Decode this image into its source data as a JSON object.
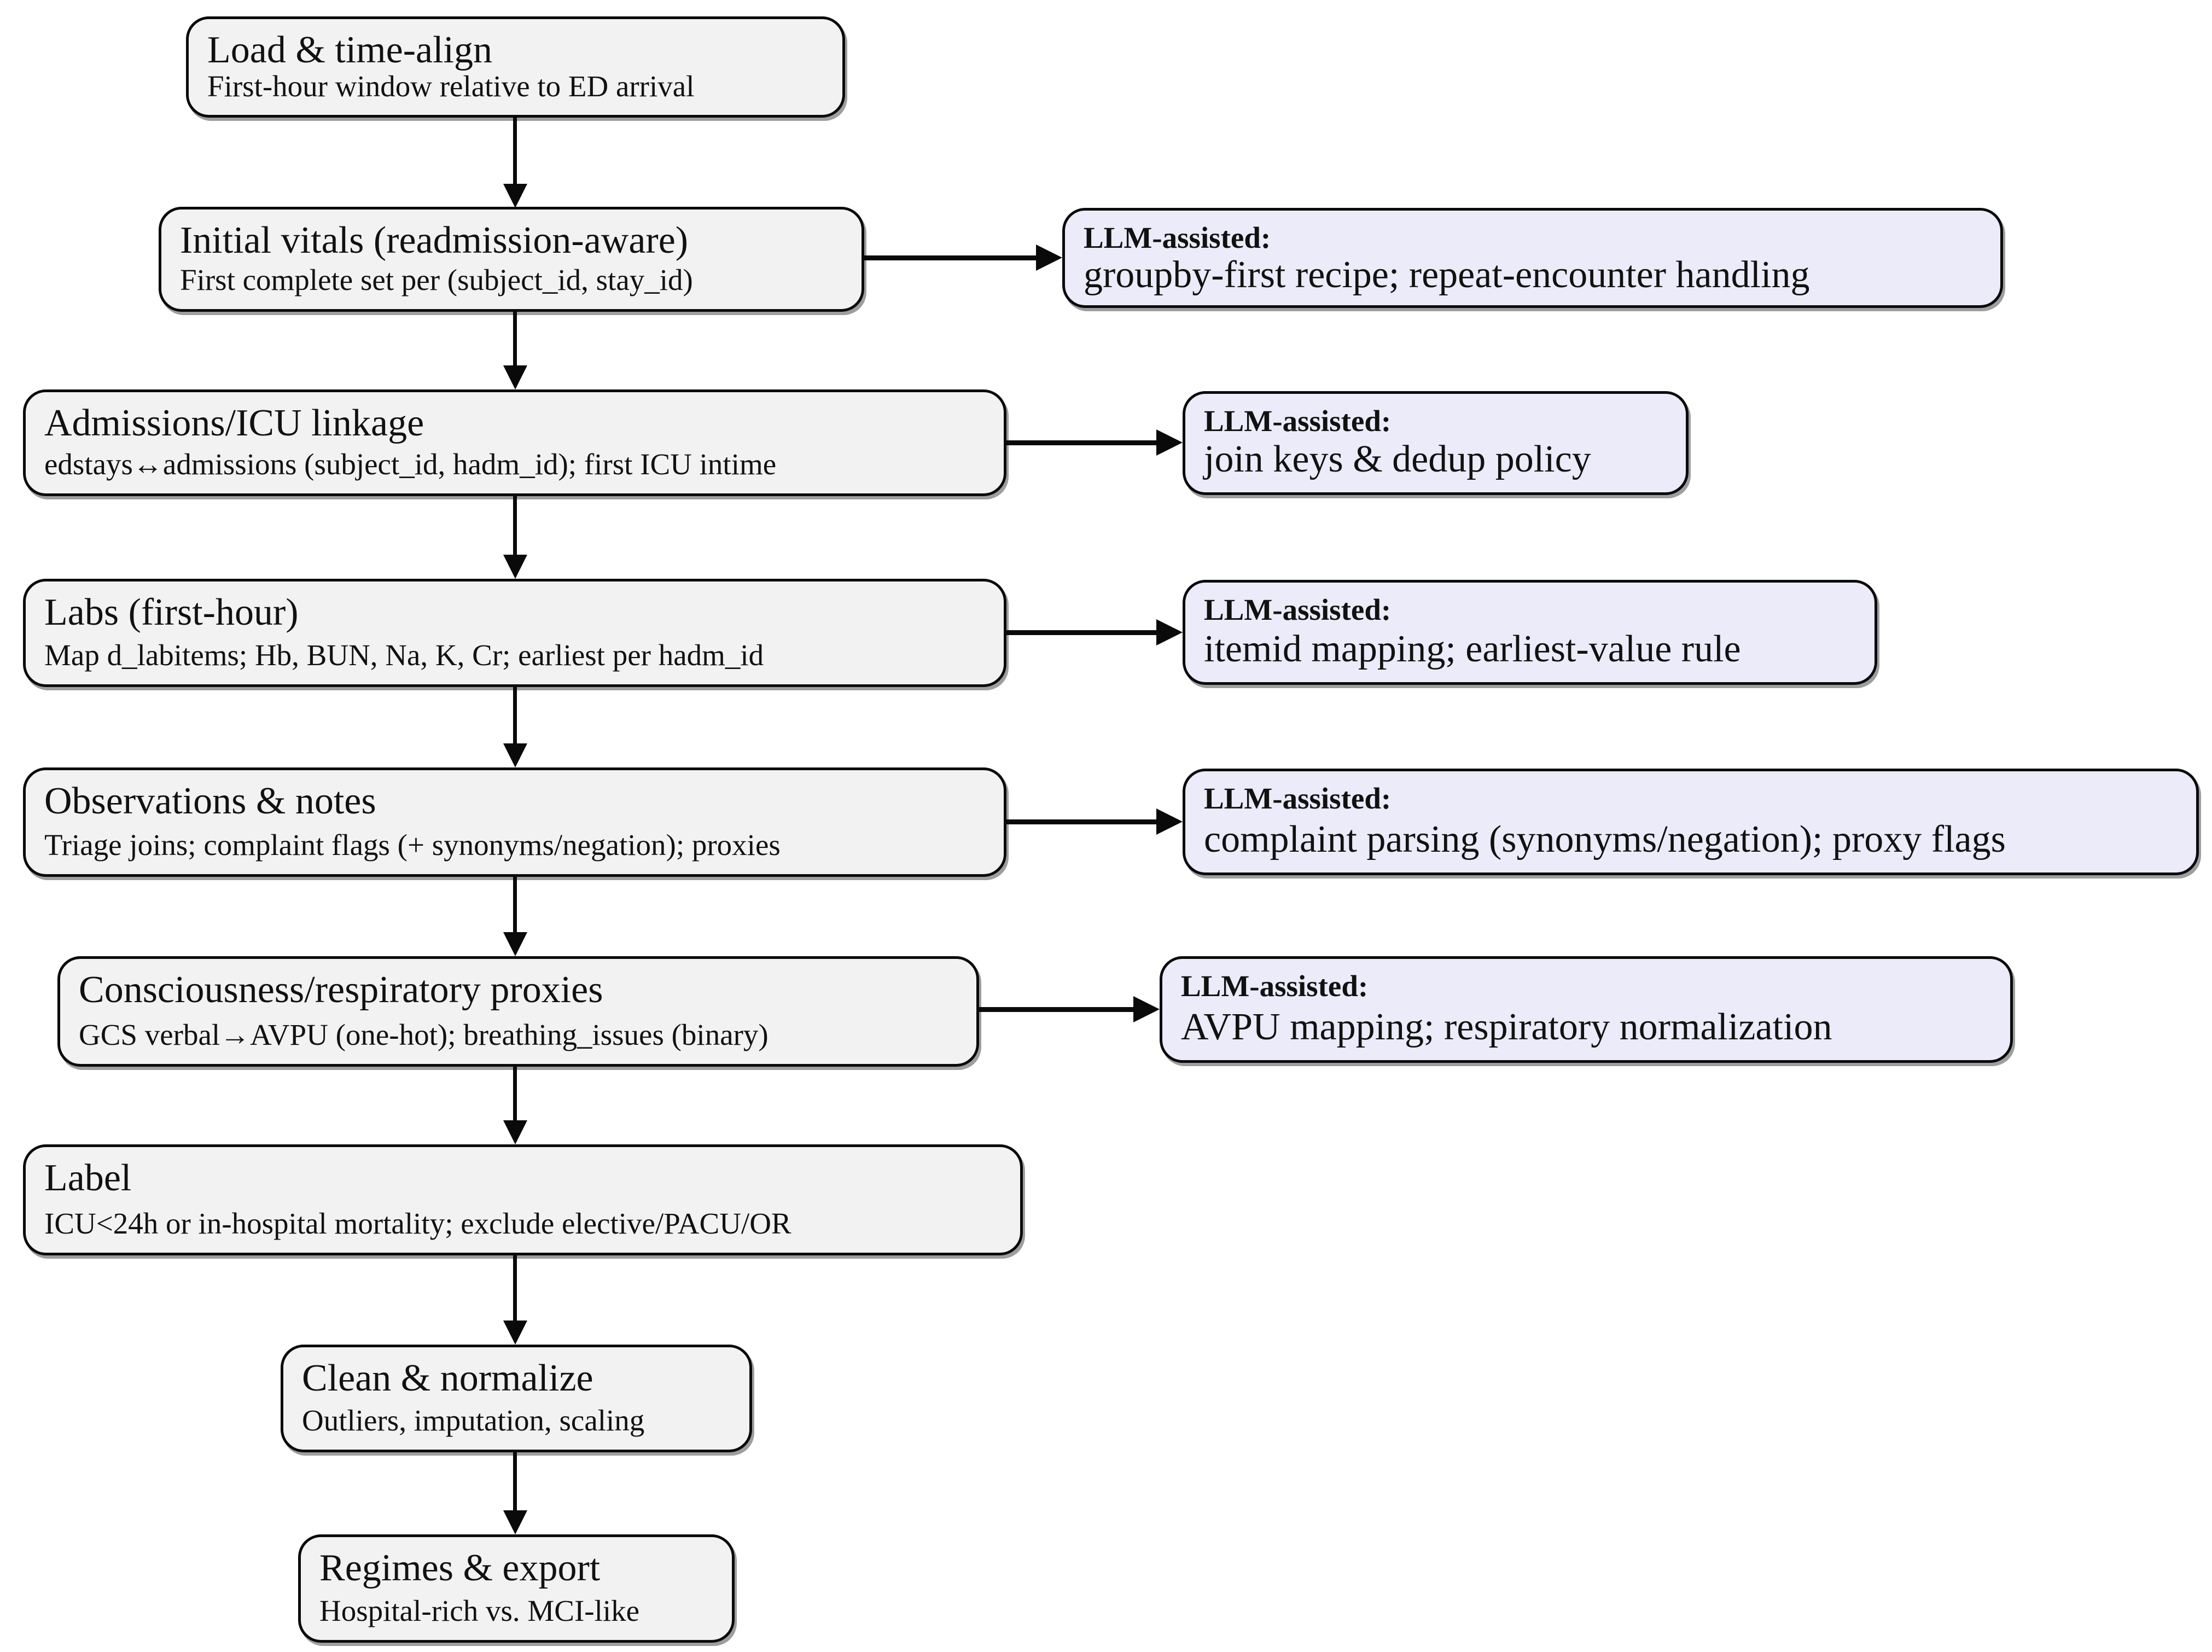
{
  "diagram": {
    "title_semantic": "ED first-hour data pipeline flowchart",
    "colors": {
      "process_fill": "#f2f2f3",
      "llm_fill": "#ebebf9",
      "border": "#0a0a0a",
      "background": "#ffffff"
    },
    "nodes": [
      {
        "title": "Load & time-align",
        "subtitle": "First-hour window relative to ED arrival"
      },
      {
        "title": "Initial vitals (readmission-aware)",
        "subtitle": "First complete set per (subject_id, stay_id)"
      },
      {
        "title": "Admissions/ICU linkage",
        "subtitle": "edstays↔admissions (subject_id, hadm_id); first ICU intime"
      },
      {
        "title": "Labs (first-hour)",
        "subtitle": "Map d_labitems; Hb, BUN, Na, K, Cr; earliest per hadm_id"
      },
      {
        "title": "Observations & notes",
        "subtitle": "Triage joins; complaint flags (+ synonyms/negation); proxies"
      },
      {
        "title": "Consciousness/respiratory proxies",
        "subtitle": "GCS verbal→AVPU (one-hot); breathing_issues (binary)"
      },
      {
        "title": "Label",
        "subtitle": "ICU<24h or in-hospital mortality; exclude elective/PACU/OR"
      },
      {
        "title": "Clean & normalize",
        "subtitle": "Outliers, imputation, scaling"
      },
      {
        "title": "Regimes & export",
        "subtitle": "Hospital-rich vs. MCI-like"
      }
    ],
    "llm_nodes": [
      {
        "label": "LLM-assisted:",
        "detail": "groupby-first recipe; repeat-encounter handling"
      },
      {
        "label": "LLM-assisted:",
        "detail": "join keys & dedup policy"
      },
      {
        "label": "LLM-assisted:",
        "detail": "itemid mapping; earliest-value rule"
      },
      {
        "label": "LLM-assisted:",
        "detail": "complaint parsing (synonyms/negation); proxy flags"
      },
      {
        "label": "LLM-assisted:",
        "detail": "AVPU mapping; respiratory normalization"
      }
    ]
  }
}
